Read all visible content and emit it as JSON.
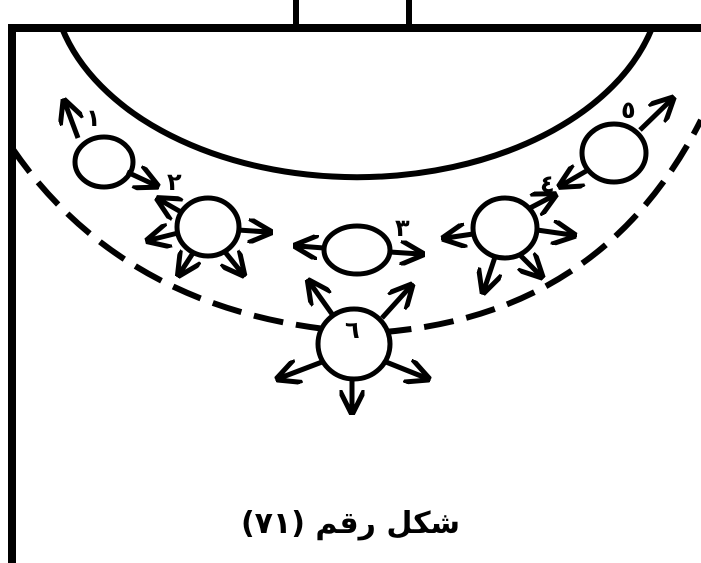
{
  "caption": "شكل رقم (٧١)",
  "players": [
    {
      "id": "p1",
      "label": "١"
    },
    {
      "id": "p2",
      "label": "٢"
    },
    {
      "id": "p3",
      "label": "٣"
    },
    {
      "id": "p4",
      "label": "٤"
    },
    {
      "id": "p5",
      "label": "٥"
    },
    {
      "id": "p6",
      "label": "٦"
    }
  ],
  "colors": {
    "ink": "#000000",
    "background": "#ffffff"
  }
}
